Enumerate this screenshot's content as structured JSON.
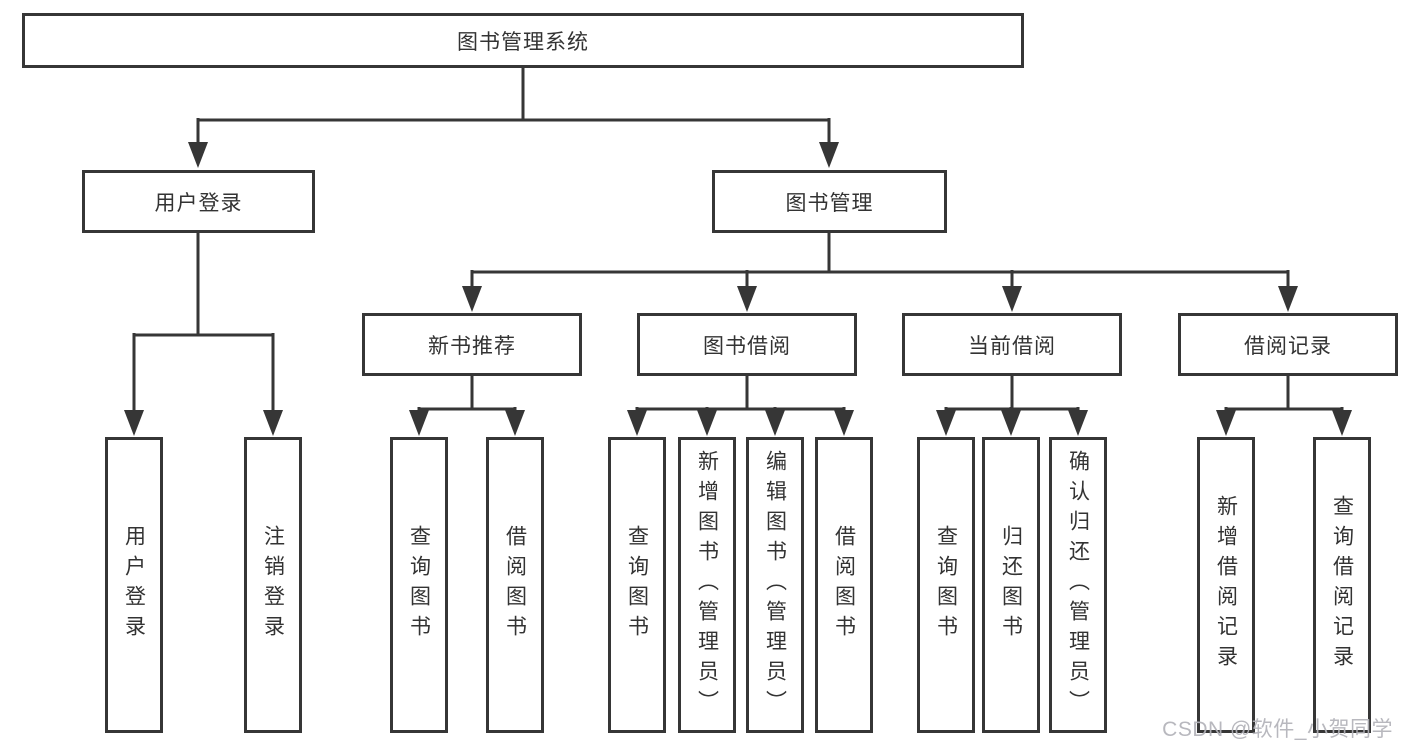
{
  "diagram": {
    "root": {
      "label": "图书管理系统"
    },
    "level2": {
      "user_login": {
        "label": "用户登录"
      },
      "book_management": {
        "label": "图书管理"
      }
    },
    "level3": {
      "new_book_recommend": {
        "label": "新书推荐"
      },
      "book_borrow": {
        "label": "图书借阅"
      },
      "current_borrow": {
        "label": "当前借阅"
      },
      "borrow_records": {
        "label": "借阅记录"
      }
    },
    "leaves": {
      "user_login": {
        "label": "用户登录"
      },
      "logout": {
        "label": "注销登录"
      },
      "recommend_query_books": {
        "label": "查询图书"
      },
      "recommend_borrow_books": {
        "label": "借阅图书"
      },
      "borrow_query_books": {
        "label": "查询图书"
      },
      "borrow_add_books": {
        "label": "新增图书（管理员）"
      },
      "borrow_edit_books": {
        "label": "编辑图书（管理员）"
      },
      "borrow_borrow_books": {
        "label": "借阅图书"
      },
      "current_query_books": {
        "label": "查询图书"
      },
      "current_return_books": {
        "label": "归还图书"
      },
      "current_confirm_return": {
        "label": "确认归还（管理员）"
      },
      "records_add": {
        "label": "新增借阅记录"
      },
      "records_query": {
        "label": "查询借阅记录"
      }
    },
    "watermark": "CSDN @软件_小贺同学",
    "colors": {
      "line": "#363636",
      "text": "#333333",
      "background": "#ffffff",
      "watermark": "#b2b2b8"
    }
  }
}
